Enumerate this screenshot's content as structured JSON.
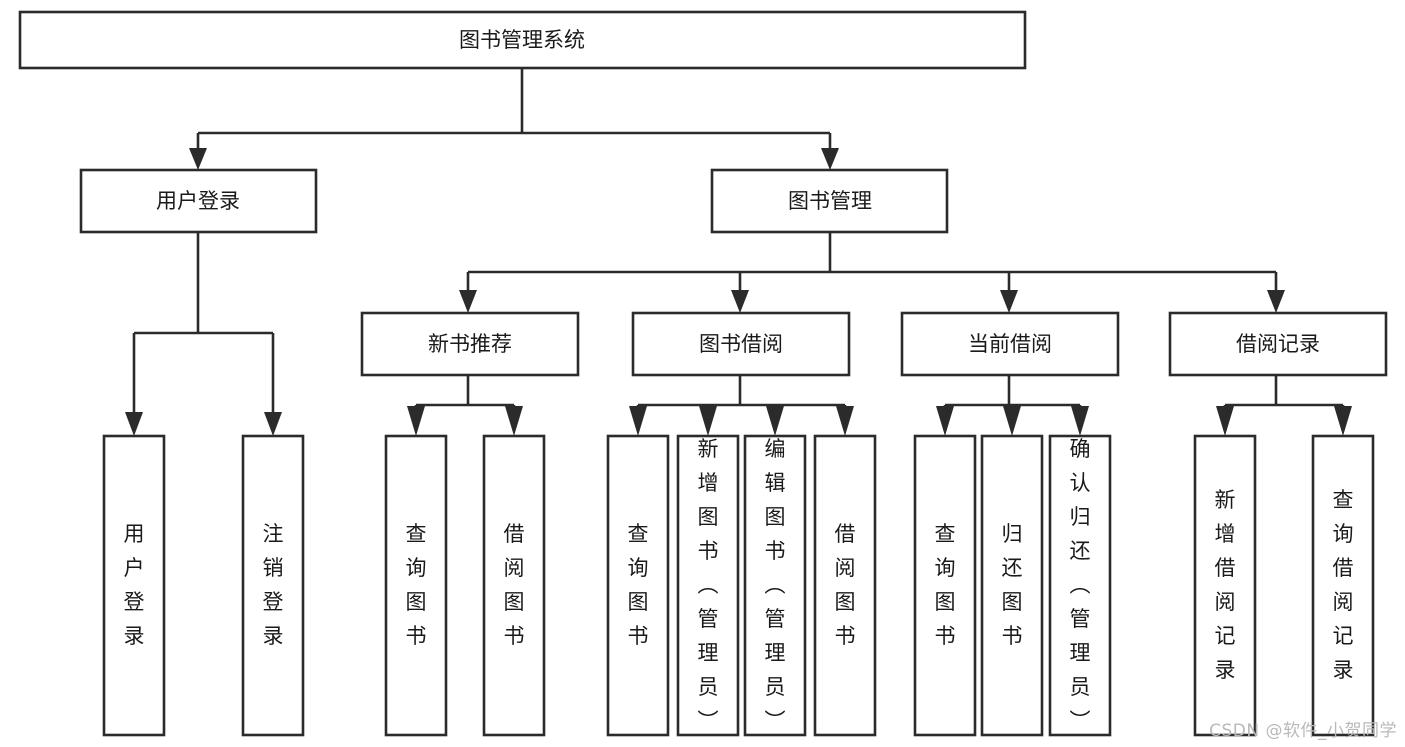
{
  "diagram": {
    "type": "tree-hierarchy",
    "title": "图书管理系统",
    "root": {
      "id": "root",
      "label": "图书管理系统",
      "orientation": "horizontal"
    },
    "level2": [
      {
        "id": "user-login",
        "label": "用户登录",
        "orientation": "horizontal"
      },
      {
        "id": "book-manage",
        "label": "图书管理",
        "orientation": "horizontal"
      }
    ],
    "level3": [
      {
        "id": "new-book-recommend",
        "label": "新书推荐",
        "parent": "book-manage",
        "orientation": "horizontal"
      },
      {
        "id": "book-borrow",
        "label": "图书借阅",
        "parent": "book-manage",
        "orientation": "horizontal"
      },
      {
        "id": "current-borrow",
        "label": "当前借阅",
        "parent": "book-manage",
        "orientation": "horizontal"
      },
      {
        "id": "borrow-record",
        "label": "借阅记录",
        "parent": "book-manage",
        "orientation": "horizontal"
      }
    ],
    "leaves": [
      {
        "id": "leaf-user-login",
        "label": "用户登录",
        "parent": "user-login",
        "orientation": "vertical"
      },
      {
        "id": "leaf-user-logout",
        "label": "注销登录",
        "parent": "user-login",
        "orientation": "vertical"
      },
      {
        "id": "leaf-query-book-1",
        "label": "查询图书",
        "parent": "new-book-recommend",
        "orientation": "vertical"
      },
      {
        "id": "leaf-borrow-book-1",
        "label": "借阅图书",
        "parent": "new-book-recommend",
        "orientation": "vertical"
      },
      {
        "id": "leaf-query-book-2",
        "label": "查询图书",
        "parent": "book-borrow",
        "orientation": "vertical"
      },
      {
        "id": "leaf-add-book",
        "label": "新增图书（管理员）",
        "parent": "book-borrow",
        "orientation": "vertical"
      },
      {
        "id": "leaf-edit-book",
        "label": "编辑图书（管理员）",
        "parent": "book-borrow",
        "orientation": "vertical"
      },
      {
        "id": "leaf-borrow-book-2",
        "label": "借阅图书",
        "parent": "book-borrow",
        "orientation": "vertical"
      },
      {
        "id": "leaf-query-book-3",
        "label": "查询图书",
        "parent": "current-borrow",
        "orientation": "vertical"
      },
      {
        "id": "leaf-return-book",
        "label": "归还图书",
        "parent": "current-borrow",
        "orientation": "vertical"
      },
      {
        "id": "leaf-confirm-return",
        "label": "确认归还（管理员）",
        "parent": "current-borrow",
        "orientation": "vertical"
      },
      {
        "id": "leaf-add-record",
        "label": "新增借阅记录",
        "parent": "borrow-record",
        "orientation": "vertical"
      },
      {
        "id": "leaf-query-record",
        "label": "查询借阅记录",
        "parent": "borrow-record",
        "orientation": "vertical"
      }
    ],
    "colors": {
      "box_stroke": "#2b2b2b",
      "box_fill": "#ffffff",
      "connector": "#2b2b2b",
      "text": "#1a1a1a",
      "background": "#ffffff",
      "watermark": "#b9b9b9"
    }
  },
  "watermark": {
    "text": "CSDN @软件_小贺同学"
  }
}
